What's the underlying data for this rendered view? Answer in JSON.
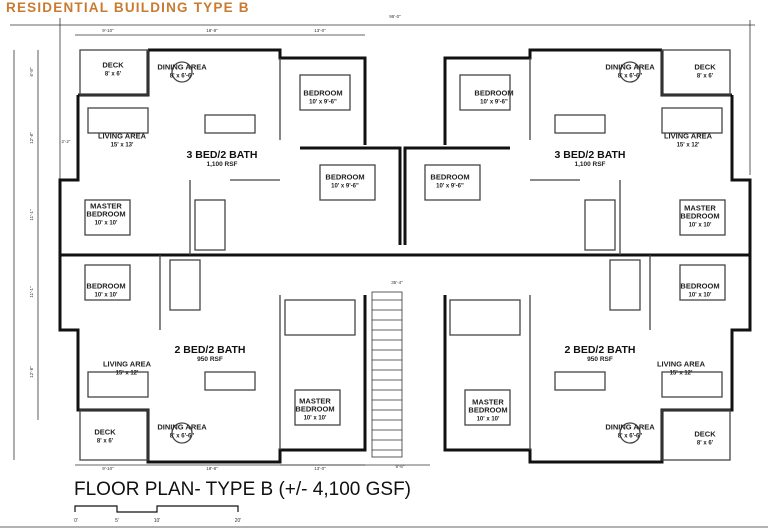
{
  "header": {
    "title": "RESIDENTIAL BUILDING TYPE B",
    "accent_color": "#c97b2f"
  },
  "overall_dimension": "95'-0\"",
  "units": {
    "top_left": {
      "type": "3 BED/2 BATH",
      "area": "1,100 RSF",
      "rooms": [
        {
          "name": "DECK",
          "size": "8' x 6'"
        },
        {
          "name": "DINING AREA",
          "size": "8' x 6'-6\""
        },
        {
          "name": "BEDROOM",
          "size": "10' x 9'-6\""
        },
        {
          "name": "LIVING AREA",
          "size": "15' x 13'"
        },
        {
          "name": "BEDROOM",
          "size": "10' x 9'-6\""
        },
        {
          "name": "MASTER BEDROOM",
          "size": "10' x 10'"
        }
      ]
    },
    "top_right": {
      "type": "3 BED/2 BATH",
      "area": "1,100 RSF",
      "rooms": [
        {
          "name": "DINING AREA",
          "size": "8' x 6'-6\""
        },
        {
          "name": "DECK",
          "size": "8' x 6'"
        },
        {
          "name": "BEDROOM",
          "size": "10' x 9'-6\""
        },
        {
          "name": "LIVING AREA",
          "size": "15' x 12'"
        },
        {
          "name": "BEDROOM",
          "size": "10' x 9'-6\""
        },
        {
          "name": "MASTER BEDROOM",
          "size": "10' x 10'"
        }
      ]
    },
    "bottom_left": {
      "type": "2 BED/2 BATH",
      "area": "950 RSF",
      "rooms": [
        {
          "name": "BEDROOM",
          "size": "10' x 10'"
        },
        {
          "name": "LIVING AREA",
          "size": "15' x 12'"
        },
        {
          "name": "MASTER BEDROOM",
          "size": "10' x 10'"
        },
        {
          "name": "DINING AREA",
          "size": "8' x 6'-6\""
        },
        {
          "name": "DECK",
          "size": "8' x 6'"
        }
      ]
    },
    "bottom_right": {
      "type": "2 BED/2 BATH",
      "area": "950 RSF",
      "rooms": [
        {
          "name": "BEDROOM",
          "size": "10' x 10'"
        },
        {
          "name": "LIVING AREA",
          "size": "15' x 12'"
        },
        {
          "name": "MASTER BEDROOM",
          "size": "10' x 10'"
        },
        {
          "name": "DINING AREA",
          "size": "8' x 6'-6\""
        },
        {
          "name": "DECK",
          "size": "8' x 6'"
        }
      ]
    }
  },
  "dimensions": {
    "top": [
      "9'-10\"",
      "18'-8\"",
      "13'-0\""
    ],
    "bottom": [
      "9'-10\"",
      "18'-8\"",
      "13'-0\"",
      "9'-6\""
    ],
    "left": [
      "6'-8\"",
      "12'-8\"",
      "11'-1\"",
      "11'-1\"",
      "12'-8\""
    ],
    "corridor": "35'-4\"",
    "side": "2'-2\""
  },
  "footer": {
    "plan_title": "FLOOR PLAN- TYPE B (+/- 4,100 GSF)",
    "scale_labels": [
      "0'",
      "5'",
      "10'",
      "20'"
    ]
  }
}
